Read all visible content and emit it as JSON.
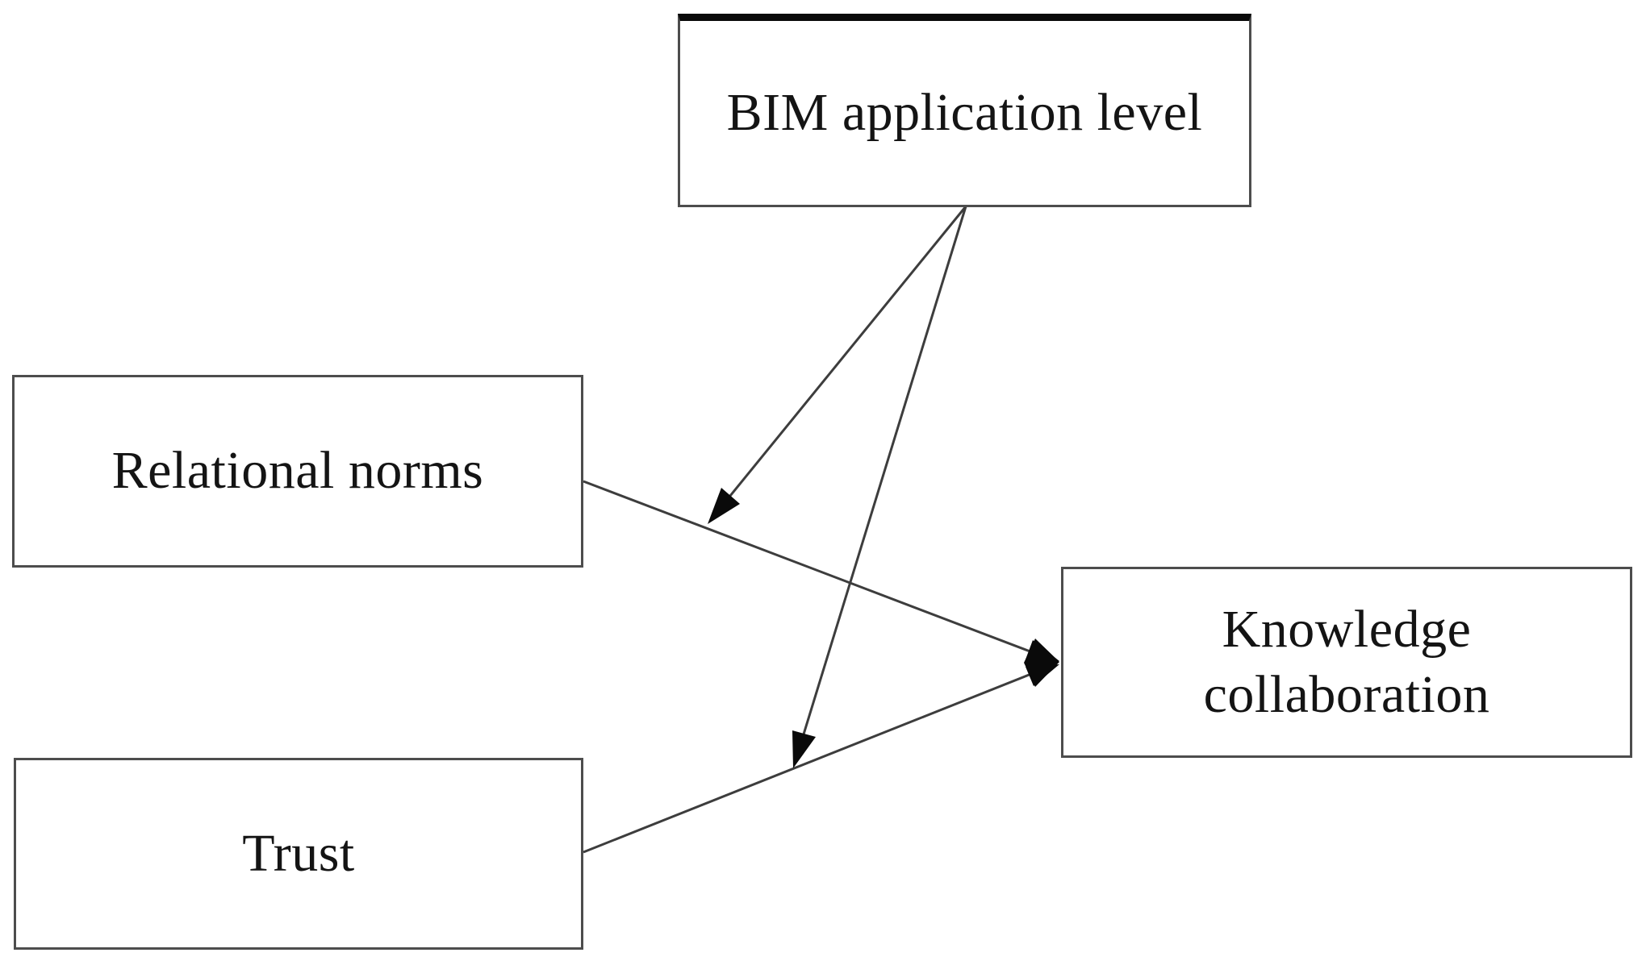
{
  "diagram": {
    "type": "conceptual-path-model",
    "nodes": {
      "bim_application_level": {
        "label": "BIM application level"
      },
      "relational_norms": {
        "label": "Relational norms"
      },
      "trust": {
        "label": "Trust"
      },
      "knowledge_collaboration": {
        "label": "Knowledge collaboration"
      }
    },
    "edges": [
      {
        "from": "relational_norms",
        "to": "knowledge_collaboration",
        "style": "thin-line-solid-arrowhead"
      },
      {
        "from": "trust",
        "to": "knowledge_collaboration",
        "style": "thin-line-solid-arrowhead"
      },
      {
        "from": "bim_application_level",
        "to": "edge(relational_norms->knowledge_collaboration)",
        "style": "moderation-arrow"
      },
      {
        "from": "bim_application_level",
        "to": "edge(trust->knowledge_collaboration)",
        "style": "moderation-arrow"
      }
    ],
    "colors": {
      "background": "#ffffff",
      "box_border": "#4d4d4d",
      "bim_top_bar": "#0a0a0a",
      "line": "#3d3d3d",
      "arrowhead": "#0a0a0a",
      "text": "#141414"
    }
  }
}
